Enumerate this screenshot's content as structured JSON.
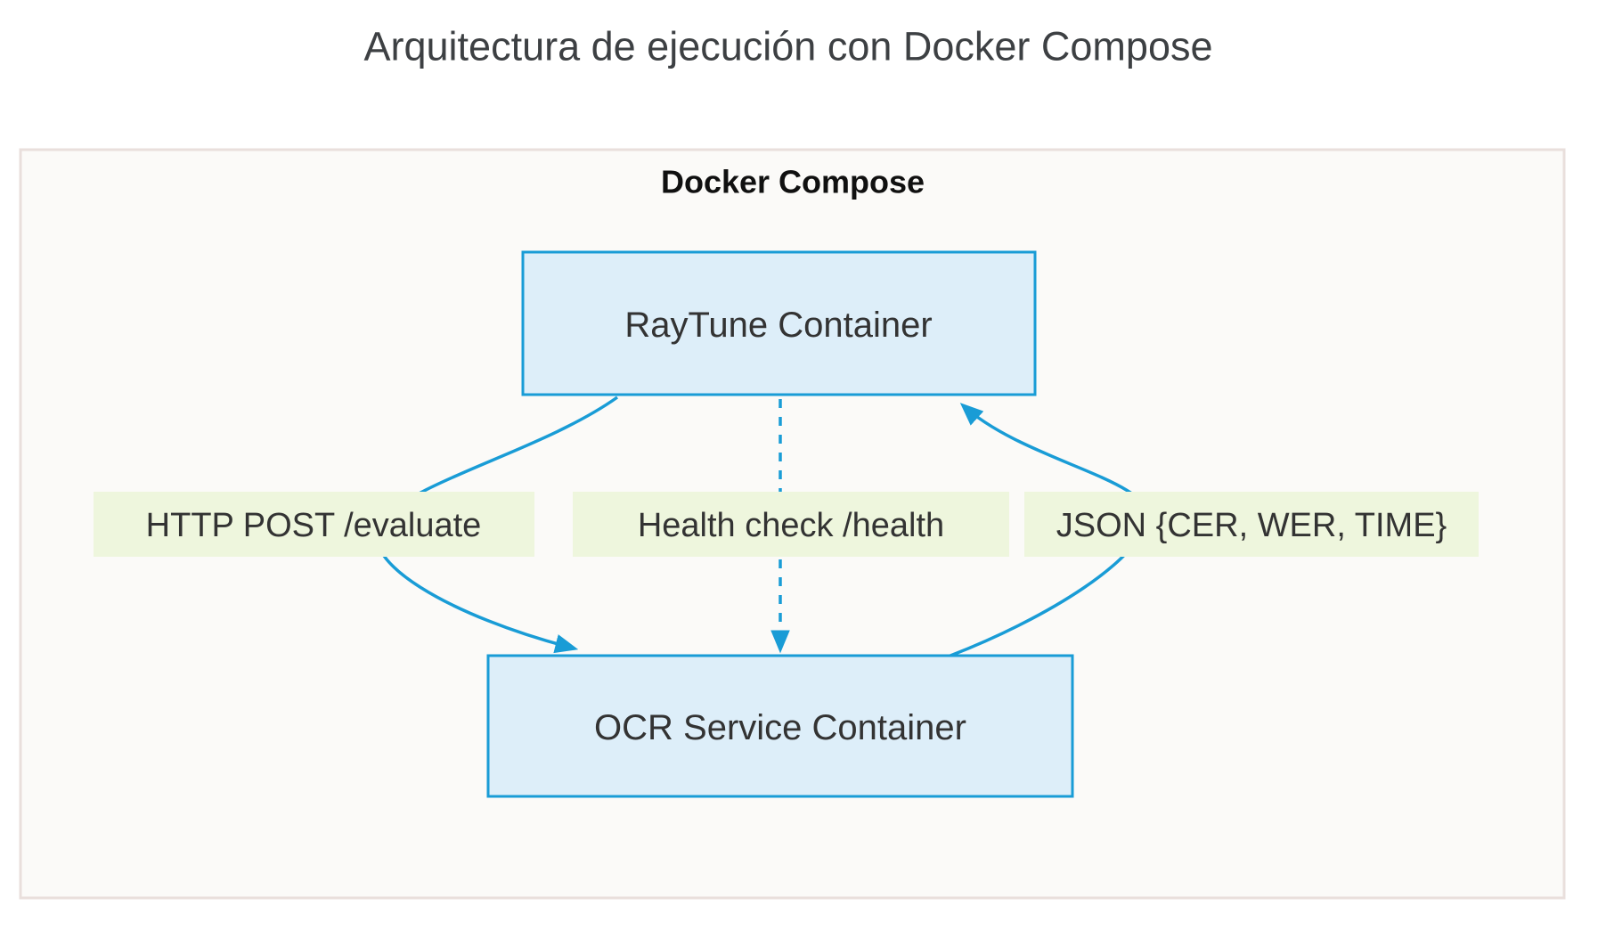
{
  "page": {
    "title": "Arquitectura de ejecución con Docker Compose"
  },
  "subgraph": {
    "label": "Docker Compose"
  },
  "nodes": {
    "raytune": {
      "label": "RayTune Container"
    },
    "ocr": {
      "label": "OCR Service Container"
    }
  },
  "edges": {
    "http_post": {
      "label": "HTTP POST /evaluate",
      "from": "raytune",
      "to": "ocr",
      "style": "solid"
    },
    "health_check": {
      "label": "Health check /health",
      "from": "raytune",
      "to": "ocr",
      "style": "dashed"
    },
    "json_result": {
      "label": "JSON {CER, WER, TIME}",
      "from": "ocr",
      "to": "raytune",
      "style": "solid"
    }
  },
  "colors": {
    "edge_blue": "#199cd6",
    "node_fill": "#ddeef9",
    "node_border": "#199cd6",
    "node_text": "#333333",
    "edge_label_bg": "#eef6dd",
    "subgraph_fill": "#fbfaf8",
    "subgraph_border": "#e9dfdc",
    "title_text": "#3d4043",
    "page_background": "#ffffff"
  }
}
